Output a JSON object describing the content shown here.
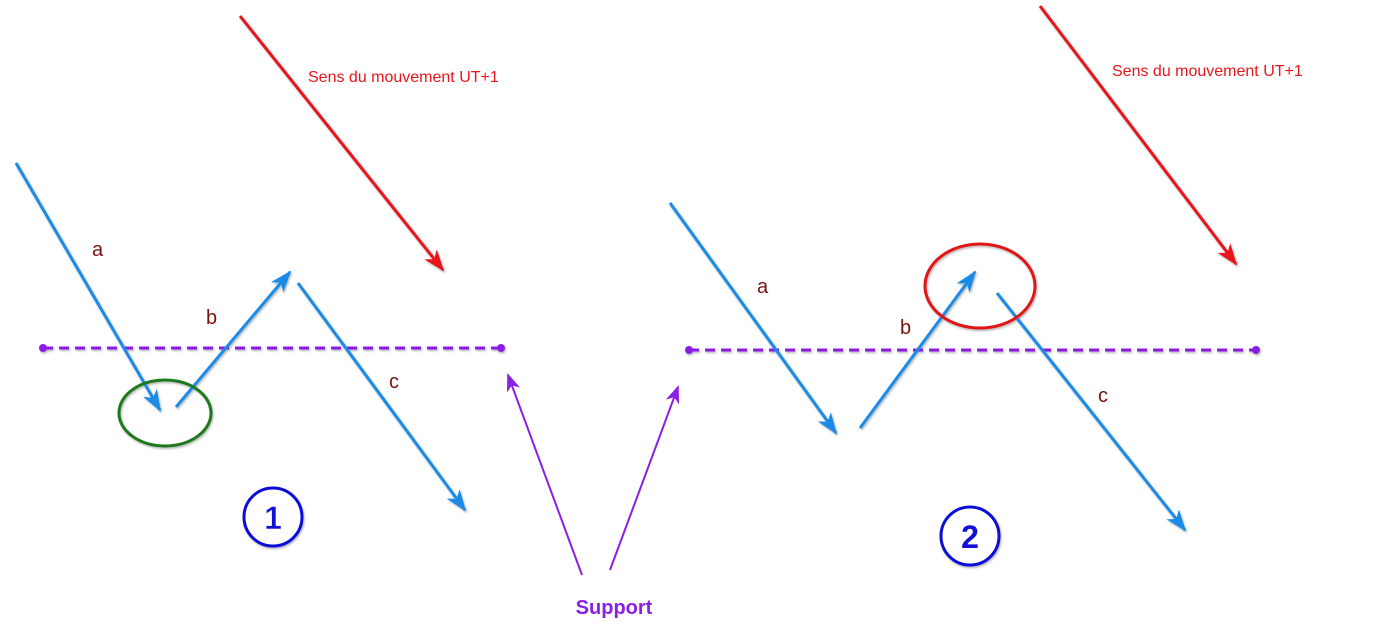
{
  "colors": {
    "wave": "#1a8be8",
    "trend": "#e8161b",
    "support": "#8a1fe6",
    "label": "#7a1010",
    "badge": "#1010d8",
    "green": "#1f7a1f",
    "red_circle": "#e01818"
  },
  "panels": [
    {
      "number": "1",
      "trend_label": "Sens du mouvement UT+1",
      "wave_labels": {
        "a": "a",
        "b": "b",
        "c": "c"
      }
    },
    {
      "number": "2",
      "trend_label": "Sens du mouvement UT+1",
      "wave_labels": {
        "a": "a",
        "b": "b",
        "c": "c"
      }
    }
  ],
  "support_label": "Support"
}
